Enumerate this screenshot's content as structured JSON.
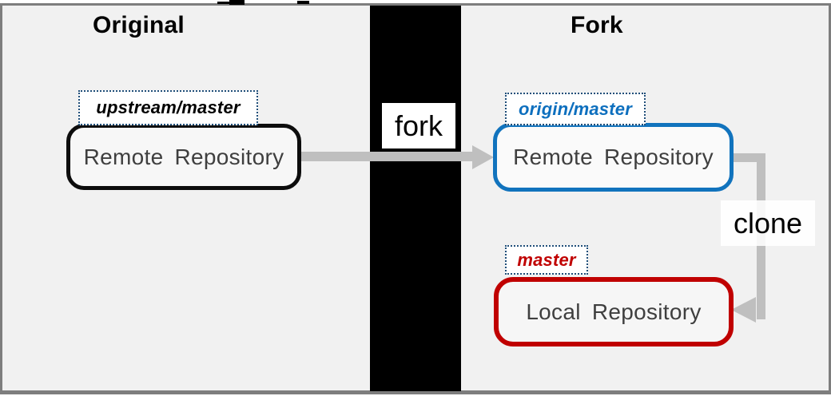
{
  "panels": {
    "original": {
      "title": "Original"
    },
    "fork": {
      "title": "Fork"
    }
  },
  "nodes": {
    "upstream_remote": {
      "branch": "upstream/master",
      "title": "Remote Repository"
    },
    "origin_remote": {
      "branch": "origin/master",
      "title": "Remote Repository"
    },
    "local": {
      "branch": "master",
      "title": "Local Repository"
    }
  },
  "actions": {
    "fork": {
      "label": "fork"
    },
    "clone": {
      "label": "clone"
    }
  },
  "colors": {
    "canvas_bg": "#f1f1f1",
    "frame_border": "#7e7e7e",
    "divider": "#000000",
    "arrow": "#bfbfbf",
    "heading_text": "#000000",
    "node_text": "#3f3f3f",
    "upstream_border": "#0d0d0d",
    "origin_border": "#1173bd",
    "origin_text": "#0d6fbe",
    "local_border": "#c00000",
    "master_text": "#c00000",
    "label_dotted_border": "#1f4e79"
  }
}
